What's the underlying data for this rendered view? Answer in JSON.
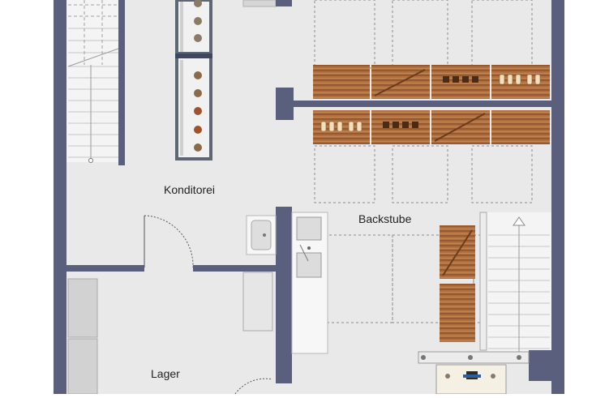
{
  "rooms": {
    "konditorei": "Konditorei",
    "backstube": "Backstube",
    "lager": "Lager"
  },
  "colors": {
    "wall": "#5a5f7d",
    "floor": "#e9e9e9",
    "background": "#ffffff",
    "rack_frame": "#5f6675",
    "wood": "#a8683a",
    "counter": "#f4f4f4",
    "dashed": "#8a8a8a"
  },
  "fixtures": {
    "wood_crates": 10,
    "stairs": 2
  }
}
